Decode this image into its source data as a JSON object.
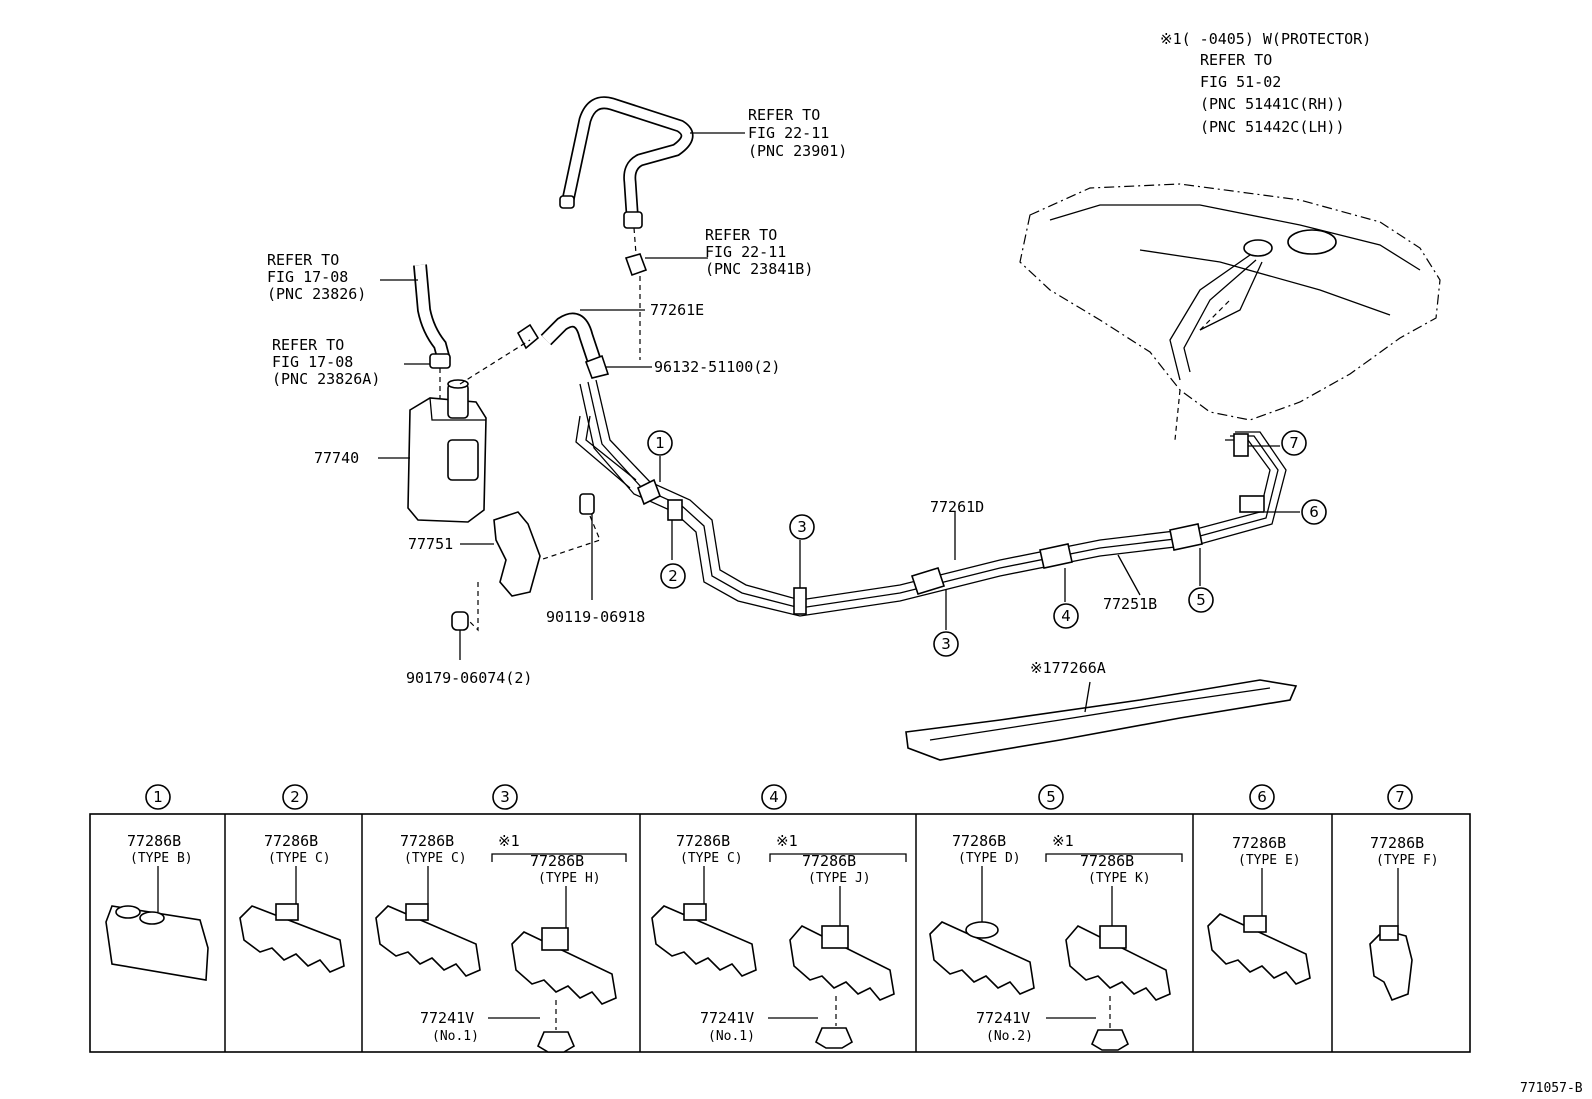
{
  "note": {
    "line1": "※1(    -0405) W(PROTECTOR)",
    "line2": "REFER TO",
    "line3": "FIG 51-02",
    "line4": "(PNC 51441C(RH))",
    "line5": "(PNC 51442C(LH))"
  },
  "labels": {
    "ref_2211_a": [
      "REFER TO",
      "FIG 22-11",
      "(PNC 23901)"
    ],
    "ref_2211_b": [
      "REFER TO",
      "FIG 22-11",
      "(PNC 23841B)"
    ],
    "ref_1708_a": [
      "REFER TO",
      "FIG 17-08",
      "(PNC 23826)"
    ],
    "ref_1708_b": [
      "REFER TO",
      "FIG 17-08",
      "(PNC 23826A)"
    ],
    "p77261E": "77261E",
    "p96132": "96132-51100(2)",
    "p77740": "77740",
    "p77751": "77751",
    "p90119": "90119-06918",
    "p90179": "90179-06074(2)",
    "p77261D": "77261D",
    "p77251B": "77251B",
    "p77266A": "※177266A",
    "footer_code": "771057-B"
  },
  "callouts": [
    "1",
    "2",
    "3",
    "4",
    "5",
    "6",
    "7"
  ],
  "table": {
    "headers": [
      "1",
      "2",
      "3",
      "4",
      "5",
      "6",
      "7"
    ],
    "cells": [
      {
        "part": "77286B",
        "type": "(TYPE B)"
      },
      {
        "part": "77286B",
        "type": "(TYPE C)"
      },
      {
        "part": "77286B",
        "type": "(TYPE C)",
        "alt_mark": "※1",
        "alt_part": "77286B",
        "alt_type": "(TYPE H)",
        "clip": "77241V",
        "clip_no": "(No.1)"
      },
      {
        "part": "77286B",
        "type": "(TYPE C)",
        "alt_mark": "※1",
        "alt_part": "77286B",
        "alt_type": "(TYPE J)",
        "clip": "77241V",
        "clip_no": "(No.1)"
      },
      {
        "part": "77286B",
        "type": "(TYPE D)",
        "alt_mark": "※1",
        "alt_part": "77286B",
        "alt_type": "(TYPE K)",
        "clip": "77241V",
        "clip_no": "(No.2)"
      },
      {
        "part": "77286B",
        "type": "(TYPE E)"
      },
      {
        "part": "77286B",
        "type": "(TYPE F)"
      }
    ]
  }
}
